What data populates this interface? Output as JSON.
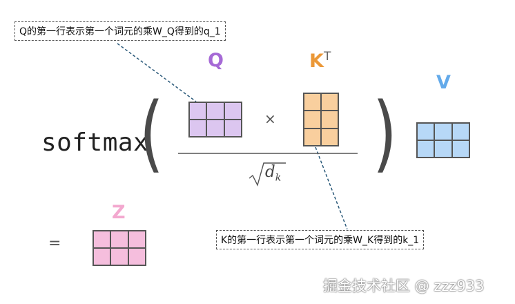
{
  "callouts": {
    "q": "Q的第一行表示第一个词元的乘W_Q得到的q_1",
    "k": "K的第一行表示第一个词元的乘W_K得到的k_1"
  },
  "matrices": {
    "q": {
      "label": "Q",
      "color": "#dcc6f0",
      "label_color": "#a66ad6",
      "rows": 2,
      "cols": 3
    },
    "k": {
      "label": "K",
      "superscript": "T",
      "color": "#f9cf9e",
      "label_color": "#eb9838",
      "rows": 3,
      "cols": 2
    },
    "v": {
      "label": "V",
      "color": "#b7d8f7",
      "label_color": "#63aaea",
      "rows": 2,
      "cols": 3
    },
    "z": {
      "label": "Z",
      "color": "#f5bedd",
      "label_color": "#f3a8cf",
      "rows": 2,
      "cols": 3
    }
  },
  "formula": {
    "func": "softmax",
    "times": "×",
    "equals": "="
  },
  "watermark": "掘金技术社区 @ zzz933"
}
